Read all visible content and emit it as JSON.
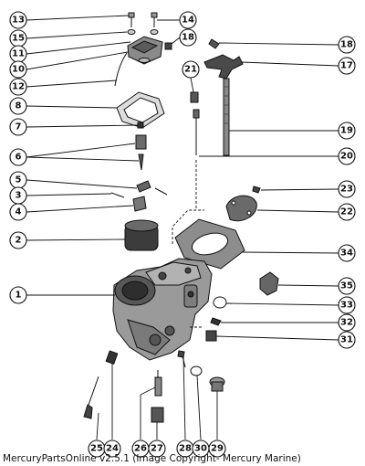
{
  "footer": {
    "caption": "MercuryPartsOnline v2.5.1 (Image Copyright- Mercury Marine)"
  },
  "callouts": [
    {
      "id": "callout-13",
      "number": "13"
    },
    {
      "id": "callout-14",
      "number": "14"
    },
    {
      "id": "callout-15",
      "number": "15"
    },
    {
      "id": "callout-18a",
      "number": "18"
    },
    {
      "id": "callout-11",
      "number": "11"
    },
    {
      "id": "callout-18b",
      "number": "18"
    },
    {
      "id": "callout-10",
      "number": "10"
    },
    {
      "id": "callout-17",
      "number": "17"
    },
    {
      "id": "callout-21",
      "number": "21"
    },
    {
      "id": "callout-12",
      "number": "12"
    },
    {
      "id": "callout-8",
      "number": "8"
    },
    {
      "id": "callout-7",
      "number": "7"
    },
    {
      "id": "callout-19",
      "number": "19"
    },
    {
      "id": "callout-6",
      "number": "6"
    },
    {
      "id": "callout-20",
      "number": "20"
    },
    {
      "id": "callout-5",
      "number": "5"
    },
    {
      "id": "callout-23",
      "number": "23"
    },
    {
      "id": "callout-3",
      "number": "3"
    },
    {
      "id": "callout-22",
      "number": "22"
    },
    {
      "id": "callout-4",
      "number": "4"
    },
    {
      "id": "callout-2",
      "number": "2"
    },
    {
      "id": "callout-34",
      "number": "34"
    },
    {
      "id": "callout-35",
      "number": "35"
    },
    {
      "id": "callout-1",
      "number": "1"
    },
    {
      "id": "callout-33",
      "number": "33"
    },
    {
      "id": "callout-32",
      "number": "32"
    },
    {
      "id": "callout-31",
      "number": "31"
    },
    {
      "id": "callout-25",
      "number": "25"
    },
    {
      "id": "callout-24",
      "number": "24"
    },
    {
      "id": "callout-26",
      "number": "26"
    },
    {
      "id": "callout-27",
      "number": "27"
    },
    {
      "id": "callout-28",
      "number": "28"
    },
    {
      "id": "callout-30",
      "number": "30"
    },
    {
      "id": "callout-29",
      "number": "29"
    }
  ]
}
